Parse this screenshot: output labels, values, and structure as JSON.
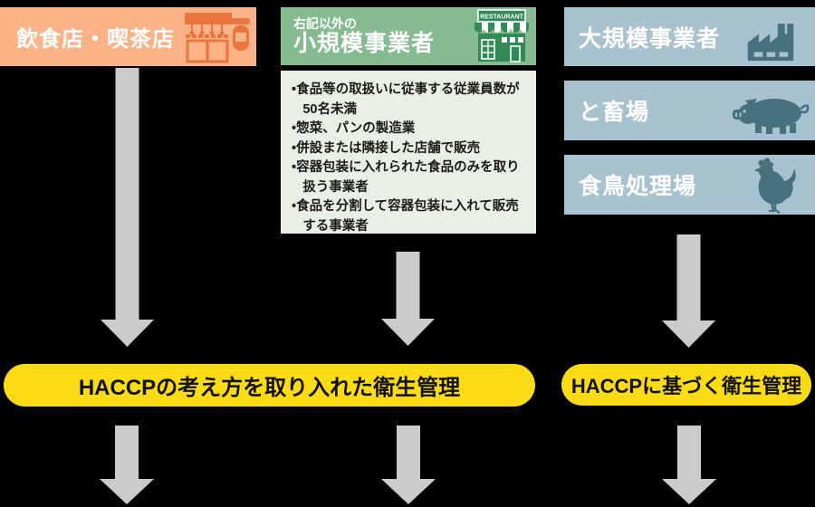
{
  "diagram": {
    "background_color": "#000000",
    "arrow_color": "#CBCBCB",
    "left_box": {
      "label": "飲食店・喫茶店",
      "icon": "cafe-storefront-icon",
      "bg_color": "#FAB286",
      "icon_color": "#E9763E"
    },
    "middle_box": {
      "subtitle": "右記以外の",
      "title": "小規模事業者",
      "icon": "restaurant-storefront-icon",
      "sign_text": "RESTAURANT",
      "bg_color": "#86BB90",
      "icon_color": "#318A58",
      "criteria_bg_color": "#E9EFE4",
      "criteria": [
        "食品等の取扱いに従事する従業員数が50名未満",
        "惣菜、パンの製造業",
        "併設または隣接した店舗で販売",
        "容器包装に入れられた食品のみを取り扱う事業者",
        "食品を分割して容器包装に入れて販売する事業者"
      ]
    },
    "right_boxes": [
      {
        "label": "大規模事業者",
        "icon": "factory-icon"
      },
      {
        "label": "と畜場",
        "icon": "pig-icon"
      },
      {
        "label": "食鳥処理場",
        "icon": "chicken-icon"
      }
    ],
    "right_bg_color": "#A9C2CF",
    "right_icon_color": "#48717F",
    "pills": {
      "left_label": "HACCPの考え方を取り入れた衛生管理",
      "right_label": "HACCPに基づく衛生管理",
      "bg_color": "#FBDB16",
      "text_color": "#111111"
    }
  }
}
